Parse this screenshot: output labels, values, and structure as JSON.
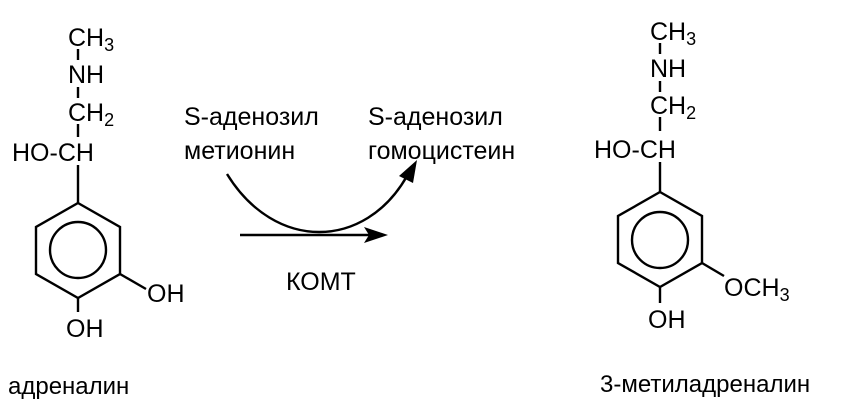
{
  "reactant": {
    "name": "адреналин",
    "ch3": "CH",
    "ch3_sub": "3",
    "nh": "NH",
    "ch2": "CH",
    "ch2_sub": "2",
    "hoch": "HO-CH",
    "oh_ring": "OH",
    "oh_para": "OH"
  },
  "cofactor_in": {
    "line1": "S-аденозил",
    "line2": "метионин"
  },
  "cofactor_out": {
    "line1": "S-аденозил",
    "line2": "гомоцистеин"
  },
  "enzyme": "КОМТ",
  "product": {
    "name": "3-метиладреналин",
    "ch3": "CH",
    "ch3_sub": "3",
    "nh": "NH",
    "ch2": "CH",
    "ch2_sub": "2",
    "hoch": "HO-CH",
    "och3": "OCH",
    "och3_sub": "3",
    "oh_para": "OH"
  }
}
